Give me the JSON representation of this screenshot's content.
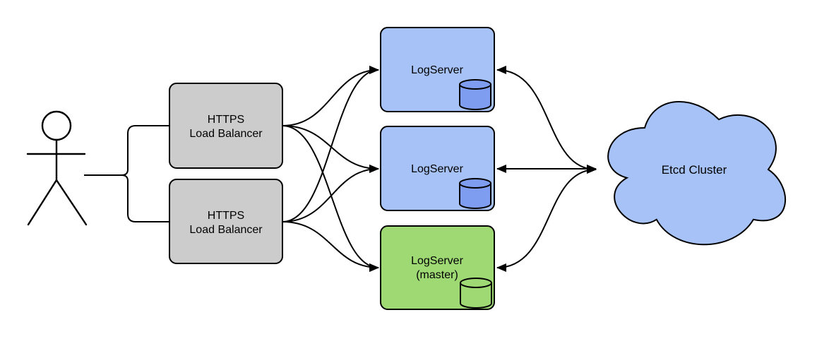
{
  "colors": {
    "background": "#ffffff",
    "stroke": "#000000",
    "load_balancer_fill": "#cccccc",
    "log_server_fill": "#a6c2f7",
    "database_fill": "#7e9df0",
    "master_fill": "#9ed973",
    "master_database_fill": "#9ed973",
    "cloud_fill": "#a6c2f7",
    "actor_fill": "#ffffff"
  },
  "nodes": {
    "user": {
      "type": "actor"
    },
    "load_balancer_1": {
      "line1": "HTTPS",
      "line2": "Load Balancer"
    },
    "load_balancer_2": {
      "line1": "HTTPS",
      "line2": "Load Balancer"
    },
    "log_server_1": {
      "label": "LogServer"
    },
    "log_server_2": {
      "label": "LogServer"
    },
    "log_server_3": {
      "line1": "LogServer",
      "line2": "(master)"
    },
    "etcd_cluster": {
      "label": "Etcd Cluster"
    }
  },
  "icons": {
    "database": "database-cylinder-icon",
    "actor": "stick-figure-icon",
    "cloud": "cloud-shape-icon"
  },
  "edges": [
    {
      "from": "user",
      "to": "load-balancer-1",
      "arrows": "none"
    },
    {
      "from": "user",
      "to": "load-balancer-2",
      "arrows": "none"
    },
    {
      "from": "load-balancer-1",
      "to": "log-server-1",
      "arrows": "end"
    },
    {
      "from": "load-balancer-1",
      "to": "log-server-2",
      "arrows": "end"
    },
    {
      "from": "load-balancer-1",
      "to": "log-server-3",
      "arrows": "end"
    },
    {
      "from": "load-balancer-2",
      "to": "log-server-1",
      "arrows": "end"
    },
    {
      "from": "load-balancer-2",
      "to": "log-server-2",
      "arrows": "end"
    },
    {
      "from": "load-balancer-2",
      "to": "log-server-3",
      "arrows": "end"
    },
    {
      "from": "log-server-1",
      "to": "etcd-cluster",
      "arrows": "both"
    },
    {
      "from": "log-server-2",
      "to": "etcd-cluster",
      "arrows": "both"
    },
    {
      "from": "log-server-3",
      "to": "etcd-cluster",
      "arrows": "both"
    }
  ]
}
